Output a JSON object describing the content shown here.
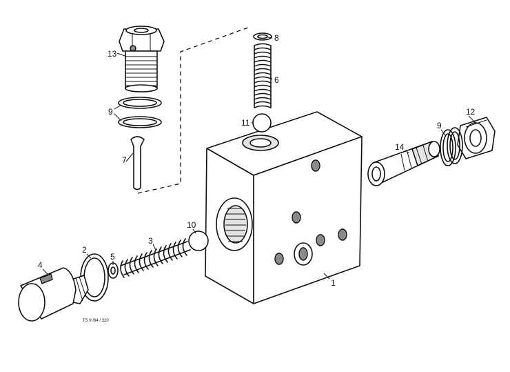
{
  "labels": {
    "p1": "1",
    "p2": "2",
    "p3": "3",
    "p4": "4",
    "p5": "5",
    "p6": "6",
    "p7": "7",
    "p8": "8",
    "p9_top": "9",
    "p9_right": "9",
    "p10": "10",
    "p11": "11",
    "p12": "12",
    "p13": "13",
    "p14": "14"
  },
  "drawing_code": "TS 9 /84 / 320"
}
